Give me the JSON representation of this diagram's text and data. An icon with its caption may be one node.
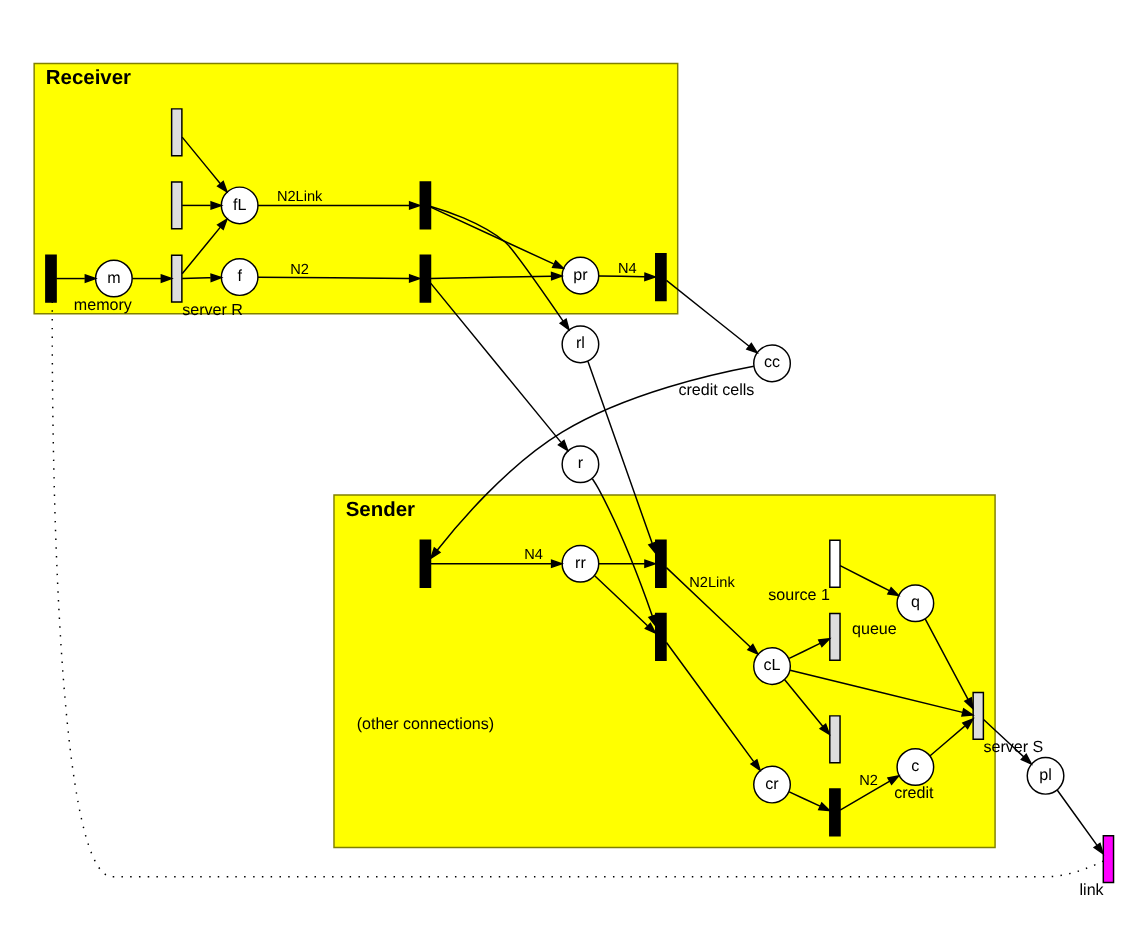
{
  "diagram": {
    "nodes": [
      {
        "text": [
          "Sender"
        ]
      },
      {
        "text": [],
        "shape": "bar",
        "beside": [
          "source 1"
        ],
        "in": 0
      },
      {
        "text": [
          "q"
        ],
        "beside": [
          "queue"
        ],
        "in": 0
      },
      {
        "text": [],
        "shape": "bar",
        "beside": [
          "server S"
        ],
        "in": 0
      },
      {
        "text": [
          "c"
        ],
        "beside": [
          "credit"
        ],
        "in": 0
      },
      {
        "text": [],
        "shape": "bar",
        "in": 0
      },
      {
        "text": [
          "cr"
        ],
        "in": 0
      },
      {
        "text": [],
        "shape": "bar",
        "in": 0
      },
      {
        "text": [
          "rr"
        ],
        "in": 0
      },
      {
        "text": [],
        "shape": "bar",
        "in": 0
      },
      {
        "text": [
          "cL"
        ],
        "in": 0
      },
      {
        "text": [],
        "shape": "bar",
        "in": 0
      },
      {
        "text": [],
        "shape": "bar",
        "in": 0
      },
      {
        "text": [
          "pl"
        ]
      },
      {
        "text": [],
        "shape": "bar",
        "beside": [
          "link"
        ]
      },
      {
        "text": [
          "r"
        ]
      },
      {
        "text": [
          "cc"
        ],
        "beside": [
          "credit cells"
        ]
      },
      {
        "text": [
          "rl"
        ]
      },
      {
        "text": [],
        "shape": "bar",
        "in": 0
      },
      {
        "text": [
          "Receiver"
        ]
      },
      {
        "text": [],
        "shape": "bar",
        "in": 19
      },
      {
        "text": [
          "m"
        ],
        "beside": [
          "memory"
        ],
        "in": 19
      },
      {
        "text": [],
        "shape": "bar",
        "beside": [
          "server R"
        ],
        "in": 19
      },
      {
        "text": [
          "f"
        ],
        "in": 19
      },
      {
        "text": [],
        "shape": "bar",
        "in": 19
      },
      {
        "text": [
          "pr"
        ],
        "in": 19
      },
      {
        "text": [],
        "shape": "bar",
        "in": 19
      },
      {
        "text": [],
        "shape": "bar",
        "in": 19
      },
      {
        "text": [
          "fL"
        ],
        "in": 19
      },
      {
        "text": [],
        "shape": "bar",
        "in": 19
      },
      {
        "text": [],
        "shape": "bar",
        "in": 19
      }
    ],
    "edges": [
      {
        "from": 1,
        "to": 2,
        "arrow": "to"
      },
      {
        "from": 2,
        "to": 3,
        "arrow": "to"
      },
      {
        "from": 4,
        "to": 3,
        "arrow": "to"
      },
      {
        "from": 5,
        "to": 4,
        "arrow": "to",
        "label": "N2"
      },
      {
        "from": 6,
        "to": 5,
        "arrow": "to"
      },
      {
        "from": 7,
        "to": 6,
        "arrow": "to"
      },
      {
        "from": 10,
        "to": 3,
        "arrow": "to"
      },
      {
        "from": 8,
        "to": 7,
        "arrow": "to"
      },
      {
        "from": 18,
        "to": 8,
        "arrow": "to",
        "label": "N4"
      },
      {
        "from": 8,
        "to": 9,
        "arrow": "to"
      },
      {
        "from": 9,
        "to": 10,
        "arrow": "to",
        "label": "N2Link"
      },
      {
        "from": 10,
        "to": 11,
        "arrow": "to"
      },
      {
        "from": 10,
        "to": 12,
        "arrow": "to"
      },
      {
        "from": 3,
        "to": 13,
        "arrow": "to"
      },
      {
        "from": 13,
        "to": 14,
        "arrow": "to"
      },
      {
        "from": 14,
        "to": 20,
        "arrow": "none",
        "style": "dashed"
      },
      {
        "from": 20,
        "to": 21,
        "arrow": "to"
      },
      {
        "from": 21,
        "to": 22,
        "arrow": "to"
      },
      {
        "from": 22,
        "to": 23,
        "arrow": "to"
      },
      {
        "from": 23,
        "to": 24,
        "arrow": "to",
        "label": "N2"
      },
      {
        "from": 24,
        "to": 15,
        "arrow": "to"
      },
      {
        "from": 15,
        "to": 7,
        "arrow": "to"
      },
      {
        "from": 24,
        "to": 25,
        "arrow": "to"
      },
      {
        "from": 25,
        "to": 26,
        "arrow": "to",
        "label": "N4"
      },
      {
        "from": 26,
        "to": 16,
        "arrow": "to"
      },
      {
        "from": 16,
        "to": 18,
        "arrow": "to"
      },
      {
        "from": 27,
        "to": 17,
        "arrow": "to"
      },
      {
        "from": 17,
        "to": 9,
        "arrow": "to"
      },
      {
        "from": 27,
        "to": 25,
        "arrow": "to"
      },
      {
        "from": 22,
        "to": 28,
        "arrow": "to"
      },
      {
        "from": 28,
        "to": 27,
        "arrow": "to",
        "label": "N2Link"
      },
      {
        "from": 29,
        "to": 28,
        "arrow": "to"
      },
      {
        "from": 30,
        "to": 28,
        "arrow": "to"
      }
    ],
    "labels": [
      "(other connections)"
    ]
  }
}
